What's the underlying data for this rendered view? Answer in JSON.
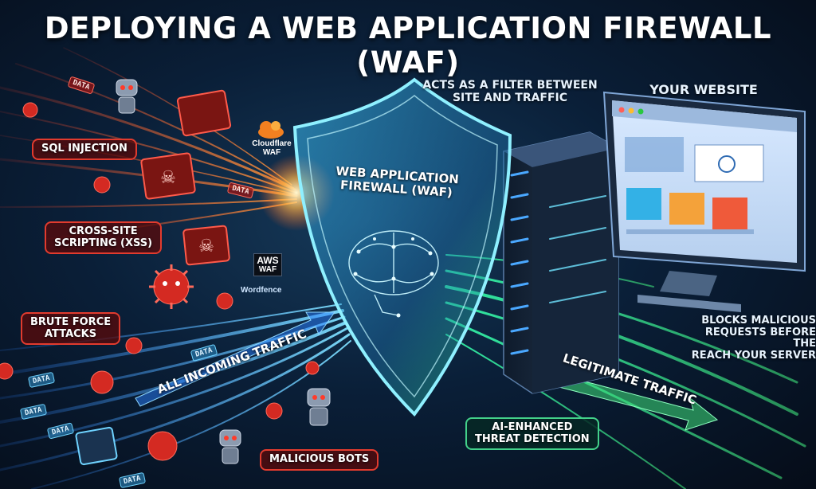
{
  "title": "DEPLOYING A WEB APPLICATION FIREWALL (WAF)",
  "shield": {
    "line1": "WEB APPLICATION",
    "line2": "FIREWALL (WAF)"
  },
  "filter_note": {
    "line1": "ACTS AS A FILTER BETWEEN",
    "line2": "SITE AND TRAFFIC"
  },
  "website_label": "YOUR WEBSITE",
  "threats": {
    "sql": "SQL INJECTION",
    "xss1": "CROSS-SITE",
    "xss2": "SCRIPTING (XSS)",
    "brute1": "BRUTE FORCE",
    "brute2": "ATTACKS",
    "bots": "MALICIOUS BOTS"
  },
  "providers": {
    "cloudflare1": "Cloudflare",
    "cloudflare2": "WAF",
    "aws1": "AWS",
    "aws2": "WAF",
    "wordfence": "Wordfence"
  },
  "traffic": {
    "incoming": "ALL INCOMING TRAFFIC",
    "legit": "LEGITIMATE TRAFFIC"
  },
  "ai_box": {
    "line1": "AI-ENHANCED",
    "line2": "THREAT DETECTION"
  },
  "blocks_note": {
    "line1": "BLOCKS MALICIOUS",
    "line2": "REQUESTS BEFORE THE",
    "line3": "REACH YOUR SERVER"
  },
  "data_tag": "DATA",
  "colors": {
    "threat": "#e23b2e",
    "incoming": "#3fa9ff",
    "legit": "#3ee07a",
    "shield": "#6fe3ff"
  }
}
